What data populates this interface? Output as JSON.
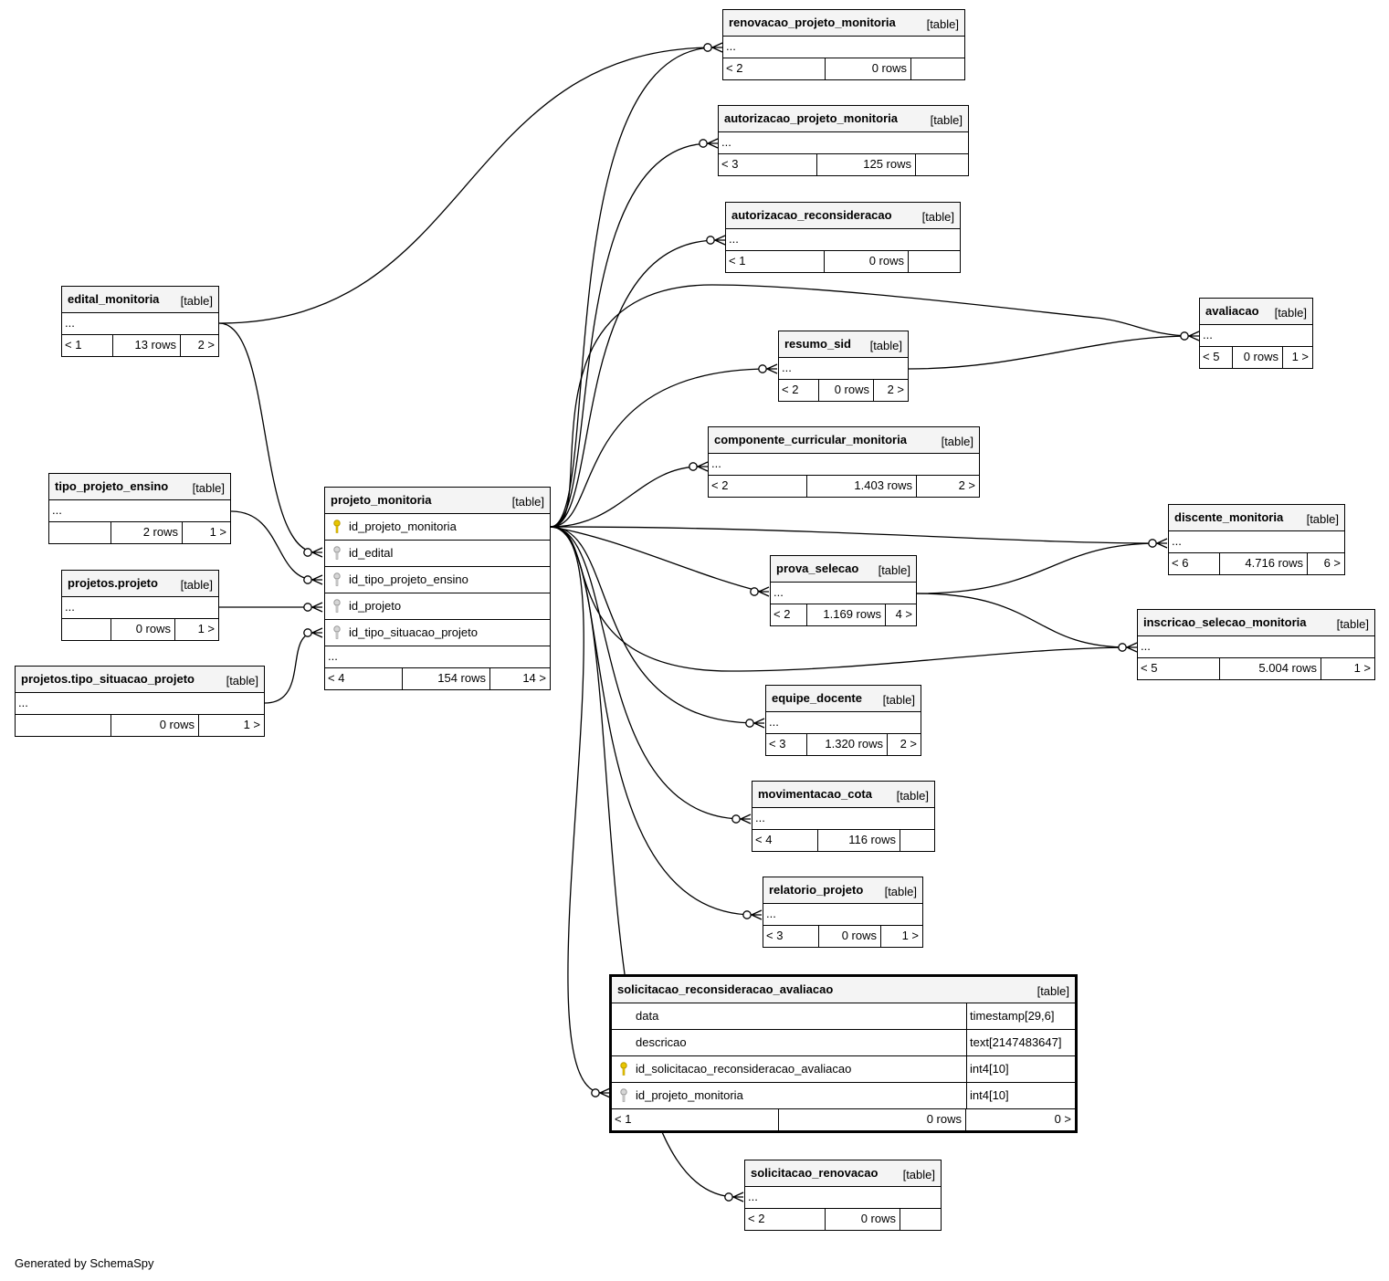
{
  "diagram": {
    "footer": "Generated by SchemaSpy",
    "key_colors": {
      "primary": "#e8c500",
      "foreign": "#b9b9b9"
    },
    "focus_table": {
      "name": "solicitacao_reconsideracao_avaliacao",
      "type": "[table]",
      "columns": [
        {
          "name": "data",
          "type": "timestamp[29,6]",
          "key": ""
        },
        {
          "name": "descricao",
          "type": "text[2147483647]",
          "key": ""
        },
        {
          "name": "id_solicitacao_reconsideracao_avaliacao",
          "type": "int4[10]",
          "key": "primary-key-icon"
        },
        {
          "name": "id_projeto_monitoria",
          "type": "int4[10]",
          "key": "foreign-key-icon"
        }
      ],
      "footer": {
        "left": "< 1",
        "mid": "0 rows",
        "right": "0 >"
      }
    },
    "hub_table": {
      "name": "projeto_monitoria",
      "type": "[table]",
      "columns": [
        {
          "name": "id_projeto_monitoria",
          "key": "primary-key-icon"
        },
        {
          "name": "id_edital",
          "key": "foreign-key-icon"
        },
        {
          "name": "id_tipo_projeto_ensino",
          "key": "foreign-key-icon"
        },
        {
          "name": "id_projeto",
          "key": "foreign-key-icon"
        },
        {
          "name": "id_tipo_situacao_projeto",
          "key": "foreign-key-icon"
        }
      ],
      "ellipsis": "...",
      "footer": {
        "left": "< 4",
        "mid": "154 rows",
        "right": "14 >"
      }
    },
    "tables": [
      {
        "name": "edital_monitoria",
        "type": "[table]",
        "ellipsis": "...",
        "footer": {
          "left": "< 1",
          "mid": "13 rows",
          "right": "2 >"
        }
      },
      {
        "name": "tipo_projeto_ensino",
        "type": "[table]",
        "ellipsis": "...",
        "footer": {
          "left": "",
          "mid": "2 rows",
          "right": "1 >"
        }
      },
      {
        "name": "projetos.projeto",
        "type": "[table]",
        "ellipsis": "...",
        "footer": {
          "left": "",
          "mid": "0 rows",
          "right": "1 >"
        }
      },
      {
        "name": "projetos.tipo_situacao_projeto",
        "type": "[table]",
        "ellipsis": "...",
        "footer": {
          "left": "",
          "mid": "0 rows",
          "right": "1 >"
        }
      },
      {
        "name": "renovacao_projeto_monitoria",
        "type": "[table]",
        "ellipsis": "...",
        "footer": {
          "left": "< 2",
          "mid": "0 rows",
          "right": ""
        }
      },
      {
        "name": "autorizacao_projeto_monitoria",
        "type": "[table]",
        "ellipsis": "...",
        "footer": {
          "left": "< 3",
          "mid": "125 rows",
          "right": ""
        }
      },
      {
        "name": "autorizacao_reconsideracao",
        "type": "[table]",
        "ellipsis": "...",
        "footer": {
          "left": "< 1",
          "mid": "0 rows",
          "right": ""
        }
      },
      {
        "name": "resumo_sid",
        "type": "[table]",
        "ellipsis": "...",
        "footer": {
          "left": "< 2",
          "mid": "0 rows",
          "right": "2 >"
        }
      },
      {
        "name": "componente_curricular_monitoria",
        "type": "[table]",
        "ellipsis": "...",
        "footer": {
          "left": "< 2",
          "mid": "1.403 rows",
          "right": "2 >"
        }
      },
      {
        "name": "prova_selecao",
        "type": "[table]",
        "ellipsis": "...",
        "footer": {
          "left": "< 2",
          "mid": "1.169 rows",
          "right": "4 >"
        }
      },
      {
        "name": "equipe_docente",
        "type": "[table]",
        "ellipsis": "...",
        "footer": {
          "left": "< 3",
          "mid": "1.320 rows",
          "right": "2 >"
        }
      },
      {
        "name": "movimentacao_cota",
        "type": "[table]",
        "ellipsis": "...",
        "footer": {
          "left": "< 4",
          "mid": "116 rows",
          "right": ""
        }
      },
      {
        "name": "relatorio_projeto",
        "type": "[table]",
        "ellipsis": "...",
        "footer": {
          "left": "< 3",
          "mid": "0 rows",
          "right": "1 >"
        }
      },
      {
        "name": "solicitacao_renovacao",
        "type": "[table]",
        "ellipsis": "...",
        "footer": {
          "left": "< 2",
          "mid": "0 rows",
          "right": ""
        }
      },
      {
        "name": "avaliacao",
        "type": "[table]",
        "ellipsis": "...",
        "footer": {
          "left": "< 5",
          "mid": "0 rows",
          "right": "1 >"
        }
      },
      {
        "name": "discente_monitoria",
        "type": "[table]",
        "ellipsis": "...",
        "footer": {
          "left": "< 6",
          "mid": "4.716 rows",
          "right": "6 >"
        }
      },
      {
        "name": "inscricao_selecao_monitoria",
        "type": "[table]",
        "ellipsis": "...",
        "footer": {
          "left": "< 5",
          "mid": "5.004 rows",
          "right": "1 >"
        }
      }
    ]
  }
}
